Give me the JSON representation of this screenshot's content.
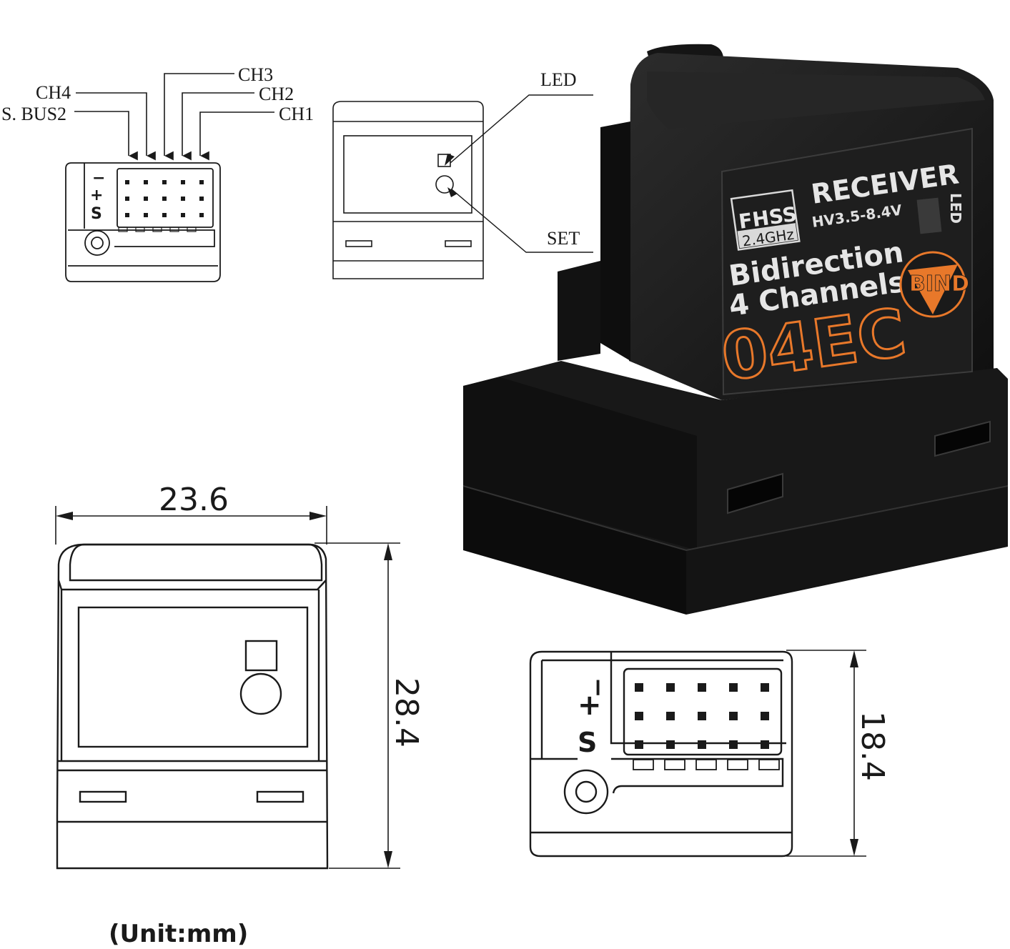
{
  "pinout_labels": {
    "ch3": "CH3",
    "ch4": "CH4",
    "ch2": "CH2",
    "sbus2": "S. BUS2",
    "ch1": "CH1"
  },
  "power_symbols": {
    "minus": "−",
    "plus": "+",
    "signal": "S"
  },
  "front_labels": {
    "led": "LED",
    "set": "SET"
  },
  "product": {
    "fhss": "FHSS",
    "band": "2.4GHz",
    "receiver": "RECEIVER",
    "voltage": "HV3.5-8.4V",
    "line1": "Bidirection",
    "line2": "4 Channels",
    "model": "04EC",
    "bind": "BIND",
    "led": "LED"
  },
  "dimensions": {
    "width": "23.6",
    "height": "28.4",
    "side_height": "18.4",
    "unit_note": "(Unit:mm)"
  },
  "colors": {
    "line": "#1a1a1a",
    "body": "#1b1b1b",
    "accent": "#e8782a",
    "label_bg": "#2a2a2a"
  }
}
